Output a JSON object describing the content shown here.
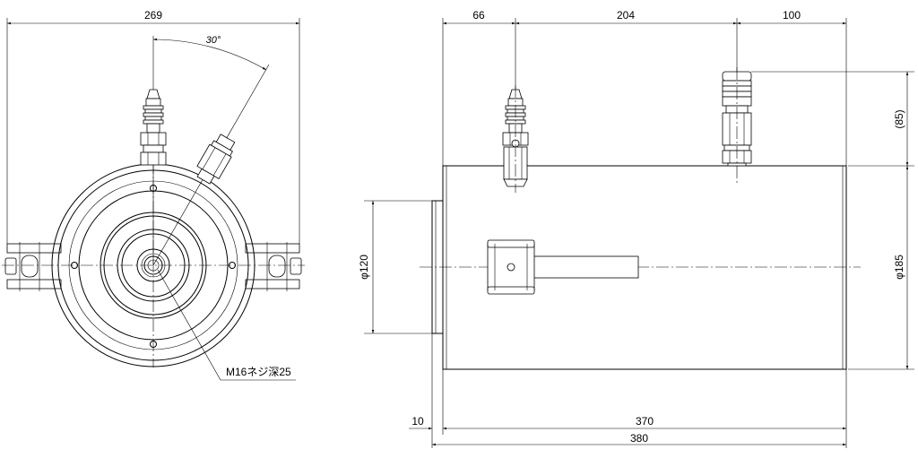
{
  "front_view": {
    "width_dim": "269",
    "angle_dim": "30°",
    "thread_callout": "M16ネジ深25"
  },
  "side_view": {
    "dim_fitting_offset": "66",
    "dim_fitting_spacing": "204",
    "dim_coupler_to_end": "100",
    "dim_coupler_height": "(85)",
    "dim_body_diameter": "φ185",
    "dim_ram_diameter": "φ120",
    "dim_flange_thickness": "10",
    "dim_body_length": "370",
    "dim_overall_length": "380"
  }
}
